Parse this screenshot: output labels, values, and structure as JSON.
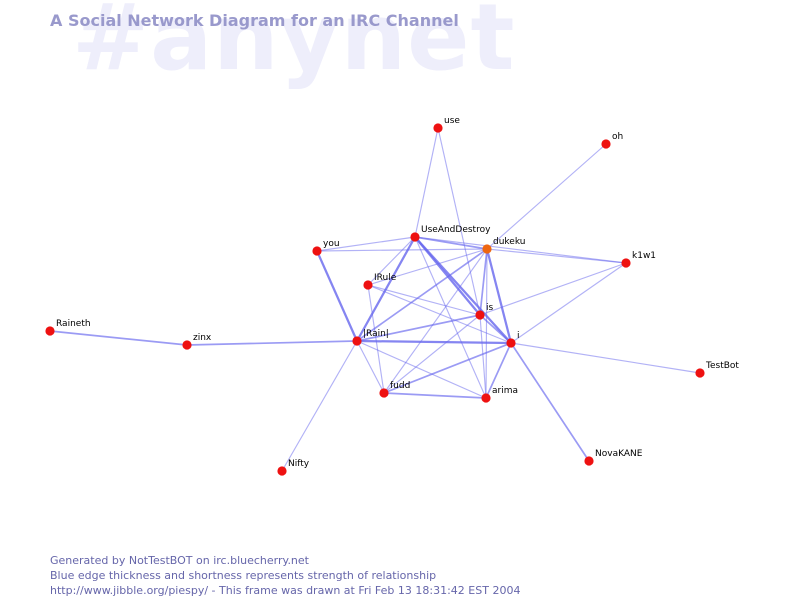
{
  "watermark": "#anynet",
  "title": "A Social Network Diagram for an IRC Channel",
  "footer": {
    "line1": "Generated by NotTestBOT on irc.bluecherry.net",
    "line2": "Blue edge thickness and shortness represents strength of relationship",
    "line3": "http://www.jibble.org/piespy/ - This frame was drawn at Fri Feb 13 18:31:42 EST 2004"
  },
  "colors": {
    "node": "#ee1111",
    "node_highlight": "#ee6611",
    "edge": "#6666ee",
    "title": "#9999cc",
    "footer": "#6666aa",
    "watermark": "#eeeefb"
  },
  "graph": {
    "nodes": [
      {
        "id": "use",
        "label": "use"
      },
      {
        "id": "oh",
        "label": "oh"
      },
      {
        "id": "UseAndDestroy",
        "label": "UseAndDestroy"
      },
      {
        "id": "dukeku",
        "label": "dukeku",
        "highlight": true
      },
      {
        "id": "you",
        "label": "you"
      },
      {
        "id": "k1w1",
        "label": "k1w1"
      },
      {
        "id": "IRule",
        "label": "IRule"
      },
      {
        "id": "is",
        "label": "is"
      },
      {
        "id": "Raineth",
        "label": "Raineth"
      },
      {
        "id": "zinx",
        "label": "zinx"
      },
      {
        "id": "IRain",
        "label": "|Rain|"
      },
      {
        "id": "i",
        "label": "i"
      },
      {
        "id": "TestBot",
        "label": "TestBot"
      },
      {
        "id": "fudd",
        "label": "fudd"
      },
      {
        "id": "arima",
        "label": "arima"
      },
      {
        "id": "NovaKANE",
        "label": "NovaKANE"
      },
      {
        "id": "Nifty",
        "label": "Nifty"
      }
    ],
    "edges": [
      {
        "source": "use",
        "target": "UseAndDestroy",
        "strength": 1
      },
      {
        "source": "use",
        "target": "is",
        "strength": 1
      },
      {
        "source": "oh",
        "target": "dukeku",
        "strength": 1
      },
      {
        "source": "UseAndDestroy",
        "target": "dukeku",
        "strength": 2
      },
      {
        "source": "UseAndDestroy",
        "target": "you",
        "strength": 1
      },
      {
        "source": "UseAndDestroy",
        "target": "IRain",
        "strength": 3
      },
      {
        "source": "UseAndDestroy",
        "target": "is",
        "strength": 3
      },
      {
        "source": "UseAndDestroy",
        "target": "i",
        "strength": 3
      },
      {
        "source": "UseAndDestroy",
        "target": "k1w1",
        "strength": 1
      },
      {
        "source": "UseAndDestroy",
        "target": "IRule",
        "strength": 1
      },
      {
        "source": "UseAndDestroy",
        "target": "arima",
        "strength": 1
      },
      {
        "source": "dukeku",
        "target": "you",
        "strength": 1
      },
      {
        "source": "dukeku",
        "target": "k1w1",
        "strength": 1
      },
      {
        "source": "dukeku",
        "target": "is",
        "strength": 2
      },
      {
        "source": "dukeku",
        "target": "i",
        "strength": 3
      },
      {
        "source": "dukeku",
        "target": "IRain",
        "strength": 2
      },
      {
        "source": "dukeku",
        "target": "IRule",
        "strength": 1
      },
      {
        "source": "dukeku",
        "target": "arima",
        "strength": 1
      },
      {
        "source": "dukeku",
        "target": "fudd",
        "strength": 1
      },
      {
        "source": "you",
        "target": "IRain",
        "strength": 3
      },
      {
        "source": "IRule",
        "target": "is",
        "strength": 1
      },
      {
        "source": "IRule",
        "target": "i",
        "strength": 1
      },
      {
        "source": "IRule",
        "target": "fudd",
        "strength": 1
      },
      {
        "source": "is",
        "target": "IRain",
        "strength": 2
      },
      {
        "source": "is",
        "target": "i",
        "strength": 2
      },
      {
        "source": "is",
        "target": "arima",
        "strength": 1
      },
      {
        "source": "is",
        "target": "fudd",
        "strength": 1
      },
      {
        "source": "is",
        "target": "k1w1",
        "strength": 1
      },
      {
        "source": "zinx",
        "target": "Raineth",
        "strength": 2
      },
      {
        "source": "zinx",
        "target": "IRain",
        "strength": 2
      },
      {
        "source": "IRain",
        "target": "i",
        "strength": 3
      },
      {
        "source": "IRain",
        "target": "fudd",
        "strength": 1
      },
      {
        "source": "IRain",
        "target": "arima",
        "strength": 1
      },
      {
        "source": "IRain",
        "target": "Nifty",
        "strength": 1
      },
      {
        "source": "i",
        "target": "k1w1",
        "strength": 1
      },
      {
        "source": "i",
        "target": "fudd",
        "strength": 2
      },
      {
        "source": "i",
        "target": "arima",
        "strength": 2
      },
      {
        "source": "i",
        "target": "TestBot",
        "strength": 1
      },
      {
        "source": "i",
        "target": "NovaKANE",
        "strength": 2
      },
      {
        "source": "fudd",
        "target": "arima",
        "strength": 2
      }
    ]
  }
}
